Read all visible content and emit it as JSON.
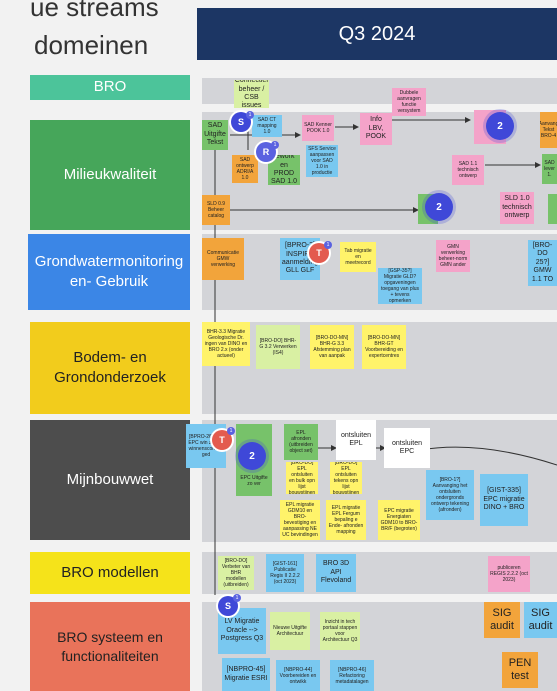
{
  "header": {
    "title_line1": "ue streams",
    "title_line2": "domeinen",
    "quarter": "Q3 2024"
  },
  "rows": [
    {
      "label": "BRO",
      "color": "#4cc49a"
    },
    {
      "label": "Milieukwaliteit",
      "color": "#46a65a"
    },
    {
      "label": "Grondwatermonitoring en- Gebruik",
      "color": "#3b86e6"
    },
    {
      "label": "Bodem- en Grondonderzoek",
      "color": "#f2cc1c"
    },
    {
      "label": "Mijnbouwwet",
      "color": "#4d4d4d"
    },
    {
      "label": "BRO modellen",
      "color": "#f5e31a"
    },
    {
      "label": "BRO systeem en functionaliteiten",
      "color": "#e9735a"
    }
  ],
  "notes": {
    "bro_connectief": "Connectief beheer / CSB issues",
    "bro_dubbele": "Dubbele aanvragen functie versystem",
    "mk_sad": "SAD Uitgifte Tekst",
    "mk_sad_ct": "SAD CT mapping 1.0",
    "mk_sad_kenner": "SAD Kenner POOK 1.0",
    "mk_info": "Info LBV, POOK",
    "mk_ontwerp": "SAD ontwerp ADRI/A 1.0",
    "mk_rework": "rework en PROD SAD 1.0",
    "mk_small": "SFS Service aanpassen voor SAD 1.0 in productie",
    "mk_sad11": "SAD 1.1 technisch ontwerp",
    "mk_sld": "SLD 0.9 Beheer catalog",
    "mk_sld10": "SLD 1.0 technisch ontwerp",
    "mk_right1": "Aanvang Tekst BRO-4",
    "mk_right2": "SAD lever 1.",
    "gw_1": "Communicatie GMW verwerking",
    "gw_2": "[BPRO-2] INSPIRE aanmelding GLL GLF",
    "gw_3": "Tab migratie en meetrecord",
    "gw_4": "[GSP-35?] Migratie GLD? opgaveningen toegang van plus + tevens opmerken",
    "gw_5": "GMN verwerking beheer-norm GMN ander",
    "gw_6": "[BRO-DO 25?] GMW 1.1 TO",
    "bg_1": "BHR-3.3 Migratie Geologische Dr. ingen van DINO en BRO 2.x (onder actueel)",
    "bg_2": "[BRO-DO] BHR-G 3.2 Verwerken (IS4)",
    "bg_3": "[BRO-DO-MN] BHR-G 3.3 Afstemming plan van aanpak",
    "bg_4": "[BRO-DO-MN] BHR-GT Voorbereiding en expertcentres",
    "mb_1": "[BPRO-26?] en EPC win ziende winnensconvert ged",
    "mb_2": "EPL",
    "mb_3": "EPL afronden (uitbreiden object set)",
    "mb_4": "ontsluiten EPL",
    "mb_5": "ontsluiten EPC",
    "mb_6": "EPC Uitgifte zo ver",
    "mb_7": "[BRO-DO] EPL ontsluiten en bulk opn lijst bouwstijnen",
    "mb_8": "[BRO-DO] EPL ontsluiten tekens opn lijst bouwstijnen",
    "mb_9": "EPL migratie GDM10 en BRO-bevestiging en aanpassing NE UC bevindingen",
    "mb_10": "EPL migratie EPL Fergum bepaling e Ende- afronden mapping",
    "mb_11": "EPC migratie Energiaten GDM10 to BRO- BR/F (begroten)",
    "mb_12": "[BRO-1?] Aanvanging het ontsluiten ondergronds ontwerp tekening (afronden)",
    "mb_13": "[GIST-335] EPC migratie DINO + BRO",
    "md_1": "[BRO-DO] Verbeter van BHR modellen (uitbreiden)",
    "md_2": "[GIST-161] Publicatie Regis II 2.2.2 (oct 2023)",
    "md_3": "BRO 3D API Flevoland",
    "md_4": "publiceren REGIS 2.2.2 (oct 2023)",
    "sys_1": "LV Migratie Oracle --> Postgress Q3",
    "sys_2": "Nieuwe Uitgifte Architectuur",
    "sys_3": "Inzicht in tech portaal stappen voor Architectuur Q3",
    "sys_4": "SIG audit",
    "sys_5": "SIG audit",
    "sys_6": "PEN test",
    "sys_7": "[NBPRO-45] Migratie ESRI",
    "sys_8": "[NBPRO-44] Voorbereiden en ontwikk",
    "sys_9": "[NBPRO-46] Refactoring metadatalagen"
  },
  "avatars": {
    "s_initial": "S",
    "r_initial": "R",
    "t_initial": "T",
    "count_one": "1",
    "count_two": "2"
  },
  "colors": {
    "navy": "#1c3664",
    "lane": "#d3d4d8",
    "purple": "#5a62e0",
    "red": "#e35b4f"
  }
}
